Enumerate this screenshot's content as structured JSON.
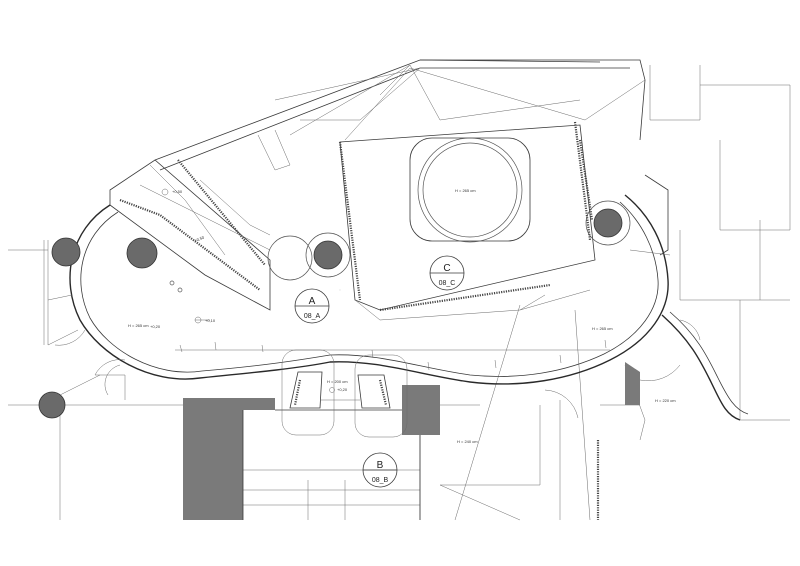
{
  "plan": {
    "sections": [
      {
        "id": "a",
        "letter": "A",
        "sheet": "08_A"
      },
      {
        "id": "b",
        "letter": "B",
        "sheet": "08_B"
      },
      {
        "id": "c",
        "letter": "C",
        "sheet": "08_C"
      }
    ],
    "levels": {
      "level_1": "+0,50",
      "level_2": "+0,20",
      "level_3": "+0,50",
      "level_4": "+0,10",
      "level_5": "+0,20"
    },
    "heights": {
      "pool_height": "H = 265 cm",
      "left_room_height": "H = 265 cm",
      "right_room_height": "H = 265 cm",
      "lower_room_height": "H = 240 cm",
      "right_wing_height": "H = 220 cm",
      "wedge_height": "H = 200 cm"
    },
    "colors": {
      "line": "#3a3a3a",
      "fill_dark": "#6e6e6e",
      "background": "#ffffff"
    }
  }
}
